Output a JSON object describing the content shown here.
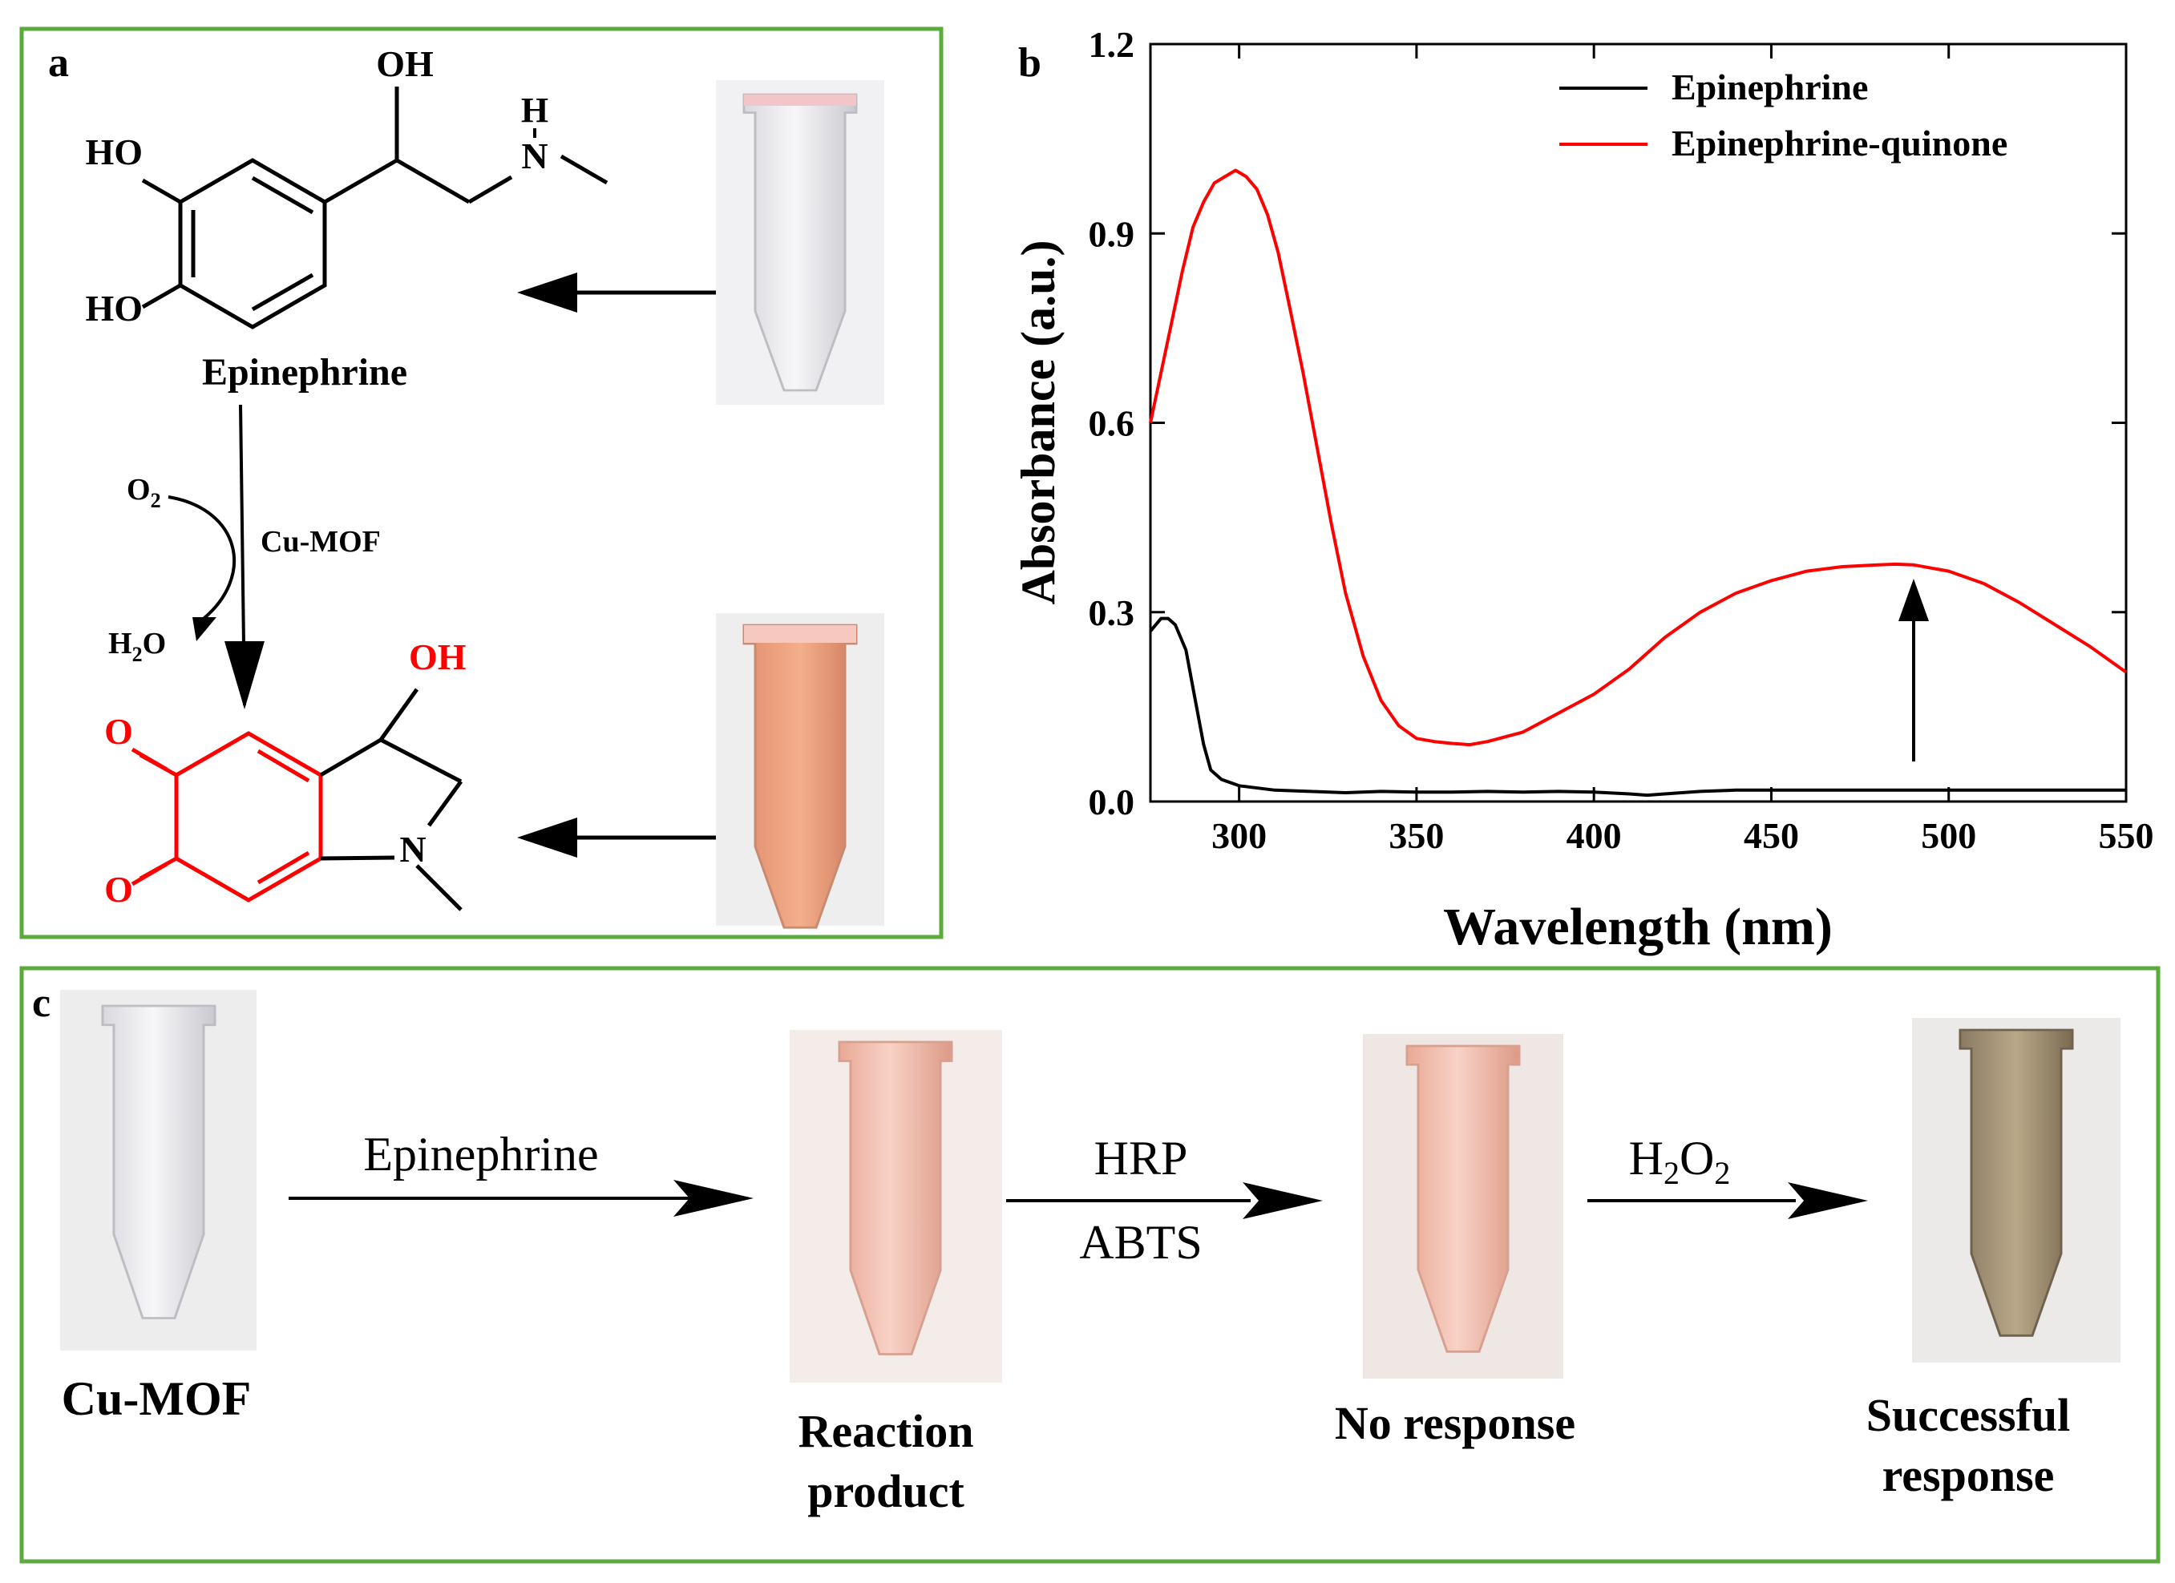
{
  "panel_a": {
    "label": "a",
    "structure_epinephrine": {
      "oh_top": "OH",
      "ho_upper": "HO",
      "ho_lower": "HO",
      "nh_h": "H",
      "nh_n": "N"
    },
    "epinephrine_name": "Epinephrine",
    "reaction": {
      "o2_base": "O",
      "o2_sub": "2",
      "catalyst": "Cu-MOF",
      "h2o_pre": "H",
      "h2o_sub": "2",
      "h2o_post": "O"
    },
    "structure_quinone": {
      "oh": "OH",
      "o_upper": "O",
      "o_lower": "O",
      "n": "N"
    },
    "colors": {
      "panel_border": "#5aaa3c",
      "quinone": "#ff0000"
    }
  },
  "panel_b": {
    "label": "b",
    "colors": {
      "epinephrine": "#000000",
      "quinone": "#ff0000"
    }
  },
  "chart_data": {
    "type": "line",
    "title": "",
    "xlabel": "Wavelength (nm)",
    "ylabel": "Absorbance (a.u.)",
    "xlim": [
      275,
      550
    ],
    "ylim": [
      0,
      1.2
    ],
    "xticks": [
      "300",
      "350",
      "400",
      "450",
      "500",
      "550"
    ],
    "yticks": [
      "0.0",
      "0.3",
      "0.6",
      "0.9",
      "1.2"
    ],
    "grid": false,
    "legend_position": "top-right",
    "series": [
      {
        "name": "Epinephrine",
        "color": "#000000",
        "points": [
          [
            275,
            0.27
          ],
          [
            278,
            0.29
          ],
          [
            280,
            0.29
          ],
          [
            282,
            0.28
          ],
          [
            285,
            0.24
          ],
          [
            288,
            0.15
          ],
          [
            290,
            0.09
          ],
          [
            292,
            0.05
          ],
          [
            295,
            0.035
          ],
          [
            300,
            0.025
          ],
          [
            310,
            0.018
          ],
          [
            320,
            0.016
          ],
          [
            330,
            0.014
          ],
          [
            340,
            0.016
          ],
          [
            350,
            0.015
          ],
          [
            360,
            0.015
          ],
          [
            370,
            0.016
          ],
          [
            380,
            0.015
          ],
          [
            390,
            0.016
          ],
          [
            400,
            0.015
          ],
          [
            410,
            0.012
          ],
          [
            415,
            0.01
          ],
          [
            420,
            0.012
          ],
          [
            430,
            0.016
          ],
          [
            440,
            0.018
          ],
          [
            450,
            0.018
          ],
          [
            475,
            0.018
          ],
          [
            500,
            0.018
          ],
          [
            525,
            0.018
          ],
          [
            550,
            0.018
          ]
        ]
      },
      {
        "name": "Epinephrine-quinone",
        "color": "#ff0000",
        "points": [
          [
            275,
            0.6
          ],
          [
            278,
            0.68
          ],
          [
            281,
            0.76
          ],
          [
            284,
            0.84
          ],
          [
            287,
            0.91
          ],
          [
            290,
            0.95
          ],
          [
            293,
            0.98
          ],
          [
            296,
            0.99
          ],
          [
            299,
            1.0
          ],
          [
            302,
            0.99
          ],
          [
            305,
            0.97
          ],
          [
            308,
            0.93
          ],
          [
            311,
            0.87
          ],
          [
            314,
            0.79
          ],
          [
            318,
            0.68
          ],
          [
            322,
            0.56
          ],
          [
            326,
            0.44
          ],
          [
            330,
            0.33
          ],
          [
            335,
            0.23
          ],
          [
            340,
            0.16
          ],
          [
            345,
            0.12
          ],
          [
            350,
            0.1
          ],
          [
            355,
            0.095
          ],
          [
            360,
            0.092
          ],
          [
            365,
            0.09
          ],
          [
            370,
            0.095
          ],
          [
            380,
            0.11
          ],
          [
            390,
            0.14
          ],
          [
            400,
            0.17
          ],
          [
            410,
            0.21
          ],
          [
            420,
            0.26
          ],
          [
            430,
            0.3
          ],
          [
            440,
            0.33
          ],
          [
            450,
            0.35
          ],
          [
            460,
            0.365
          ],
          [
            470,
            0.372
          ],
          [
            480,
            0.375
          ],
          [
            485,
            0.376
          ],
          [
            490,
            0.375
          ],
          [
            500,
            0.365
          ],
          [
            510,
            0.345
          ],
          [
            520,
            0.315
          ],
          [
            530,
            0.28
          ],
          [
            540,
            0.245
          ],
          [
            550,
            0.205
          ]
        ]
      }
    ]
  },
  "panel_c": {
    "label": "c",
    "step1_reagent": "Epinephrine",
    "step2_reagent_top": "HRP",
    "step2_reagent_bottom": "ABTS",
    "step3_h": "H",
    "step3_sub1": "2",
    "step3_o": "O",
    "step3_sub2": "2",
    "tube_labels": {
      "cu_mof": "Cu-MOF",
      "reaction_line1": "Reaction",
      "reaction_line2": "product",
      "no_response": "No response",
      "success_line1": "Successful",
      "success_line2": "response"
    },
    "colors": {
      "panel_border": "#5aaa3c"
    }
  }
}
